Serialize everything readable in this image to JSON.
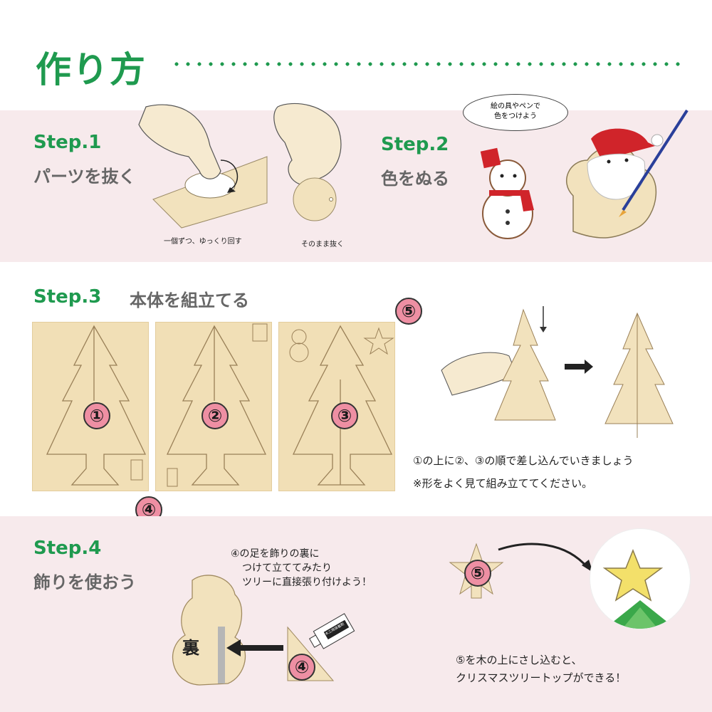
{
  "page_title": "作り方",
  "steps": {
    "step1": {
      "label": "Step.1",
      "title": "パーツを抜く",
      "caption_a": "一個ずつ、ゆっくり回す",
      "caption_b": "そのまま抜く"
    },
    "step2": {
      "label": "Step.2",
      "title": "色をぬる",
      "bubble": [
        "絵の具やペンで",
        "色をつけよう"
      ]
    },
    "step3": {
      "label": "Step.3",
      "title": "本体を組立てる",
      "badges": [
        "①",
        "②",
        "③",
        "④",
        "⑤"
      ],
      "note_line1": "①の上に②、③の順で差し込んでいきましょう",
      "note_line2": "※形をよく見て組み立ててください。"
    },
    "step4": {
      "label": "Step.4",
      "title": "飾りを使おう",
      "note": [
        "④の足を飾りの裏に",
        "つけて立ててみたり",
        "ツリーに直接張り付けよう！"
      ],
      "back_label": "裏",
      "badge4": "④",
      "badge5": "⑤",
      "glue_label": "木工用接着剤",
      "note_bottom": [
        "⑤を木の上にさし込むと、",
        "クリスマスツリートップができる！"
      ]
    }
  },
  "colors": {
    "accent_green": "#1f9a4f",
    "band_pink": "#f7eaec",
    "badge_pink": "#ee8fa3",
    "wood": "#f1dfb6"
  }
}
